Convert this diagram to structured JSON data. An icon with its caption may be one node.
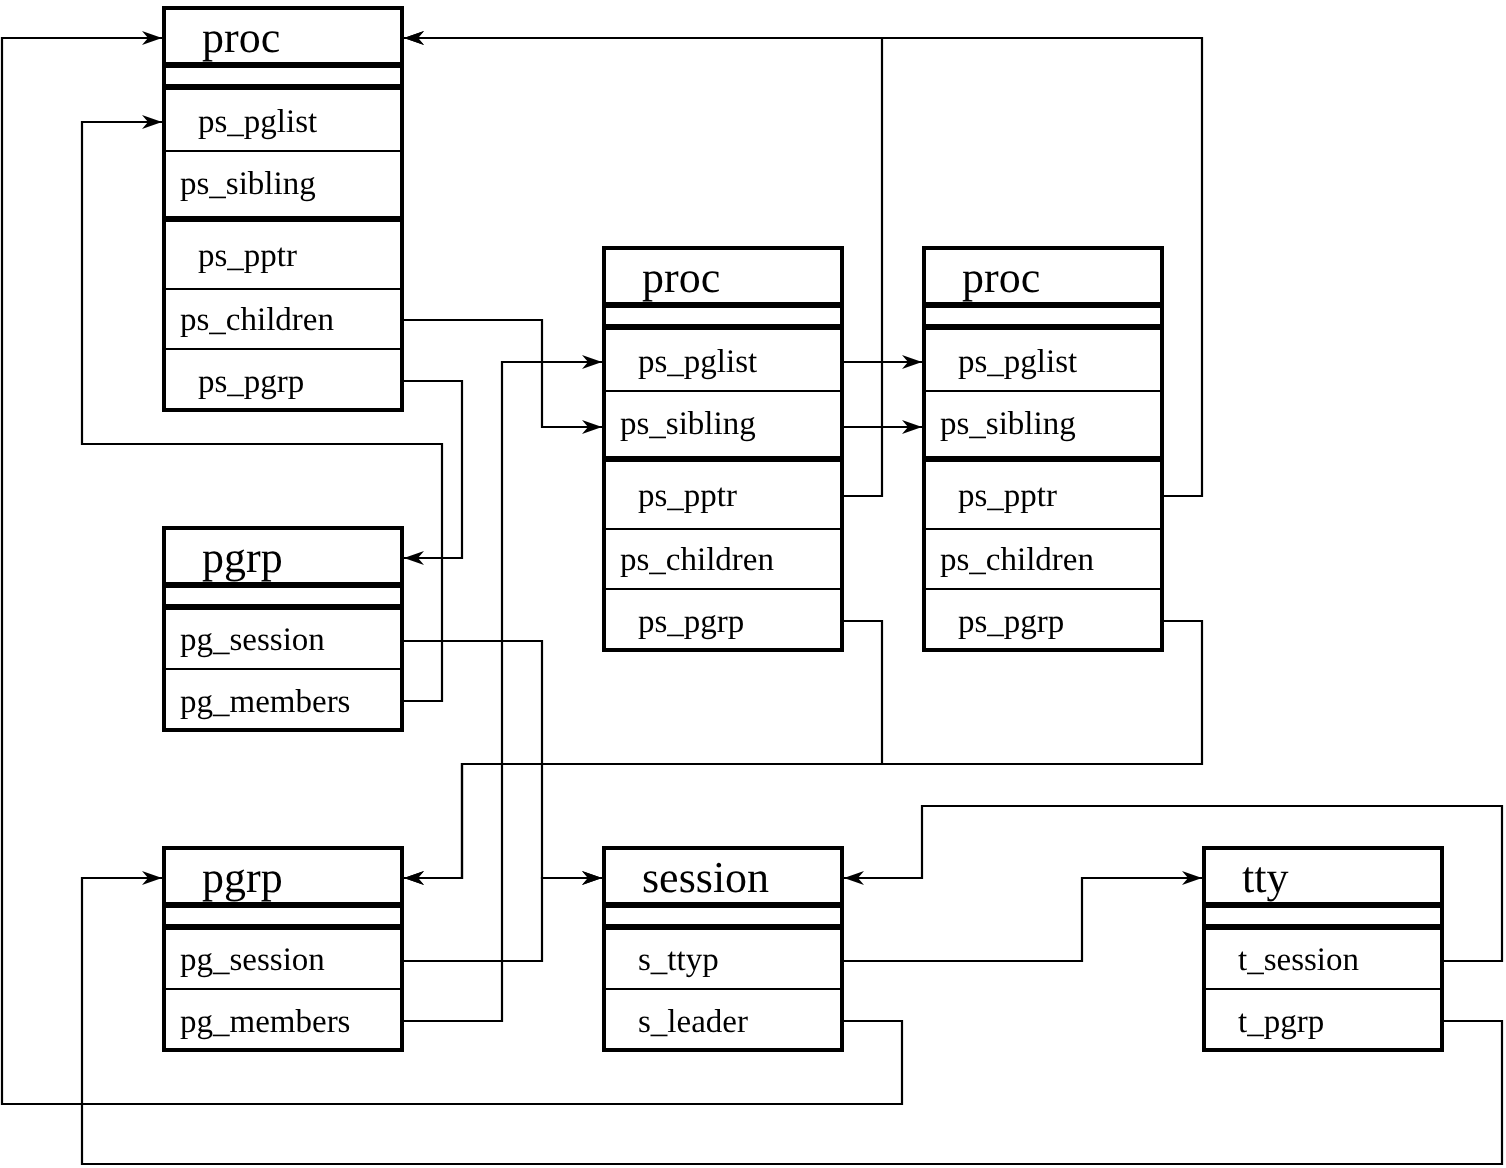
{
  "diagram": {
    "nodes": [
      {
        "text": [
          "proc"
        ]
      },
      {
        "text": [
          "ps_pglist"
        ],
        "in": 0
      },
      {
        "text": [
          "ps_sibling"
        ],
        "in": 0
      },
      {
        "text": [
          "ps_pptr"
        ],
        "in": 0
      },
      {
        "text": [
          "ps_children"
        ],
        "in": 0
      },
      {
        "text": [
          "ps_pgrp"
        ],
        "in": 0
      },
      {
        "text": [
          "proc"
        ]
      },
      {
        "text": [
          "ps_pglist"
        ],
        "in": 6
      },
      {
        "text": [
          "ps_sibling"
        ],
        "in": 6
      },
      {
        "text": [
          "ps_pptr"
        ],
        "in": 6
      },
      {
        "text": [
          "ps_children"
        ],
        "in": 6
      },
      {
        "text": [
          "ps_pgrp"
        ],
        "in": 6
      },
      {
        "text": [
          "proc"
        ]
      },
      {
        "text": [
          "ps_pglist"
        ],
        "in": 12
      },
      {
        "text": [
          "ps_sibling"
        ],
        "in": 12
      },
      {
        "text": [
          "ps_pptr"
        ],
        "in": 12
      },
      {
        "text": [
          "ps_children"
        ],
        "in": 12
      },
      {
        "text": [
          "ps_pgrp"
        ],
        "in": 12
      },
      {
        "text": [
          "pgrp"
        ]
      },
      {
        "text": [
          "pg_session"
        ],
        "in": 18
      },
      {
        "text": [
          "pg_members"
        ],
        "in": 18
      },
      {
        "text": [
          "pgrp"
        ]
      },
      {
        "text": [
          "pg_session"
        ],
        "in": 21
      },
      {
        "text": [
          "pg_members"
        ],
        "in": 21
      },
      {
        "text": [
          "session"
        ]
      },
      {
        "text": [
          "s_ttyp"
        ],
        "in": 24
      },
      {
        "text": [
          "s_leader"
        ],
        "in": 24
      },
      {
        "text": [
          "tty"
        ]
      },
      {
        "text": [
          "t_session"
        ],
        "in": 27
      },
      {
        "text": [
          "t_pgrp"
        ],
        "in": 27
      }
    ],
    "edges": [
      {
        "from": 4,
        "to": 8,
        "arrow": "to"
      },
      {
        "from": 5,
        "to": 18,
        "arrow": "to"
      },
      {
        "from": 20,
        "to": 1,
        "arrow": "to"
      },
      {
        "from": 19,
        "to": 24,
        "arrow": "to"
      },
      {
        "from": 7,
        "to": 13,
        "arrow": "to"
      },
      {
        "from": 8,
        "to": 14,
        "arrow": "to"
      },
      {
        "from": 9,
        "to": 0,
        "arrow": "to"
      },
      {
        "from": 15,
        "to": 0,
        "arrow": "to"
      },
      {
        "from": 11,
        "to": 21,
        "arrow": "to"
      },
      {
        "from": 17,
        "to": 21,
        "arrow": "to"
      },
      {
        "from": 23,
        "to": 7,
        "arrow": "to"
      },
      {
        "from": 22,
        "to": 24,
        "arrow": "to"
      },
      {
        "from": 25,
        "to": 27,
        "arrow": "to"
      },
      {
        "from": 28,
        "to": 24,
        "arrow": "to"
      },
      {
        "from": 26,
        "to": 0,
        "arrow": "to"
      },
      {
        "from": 29,
        "to": 21,
        "arrow": "to"
      }
    ]
  }
}
